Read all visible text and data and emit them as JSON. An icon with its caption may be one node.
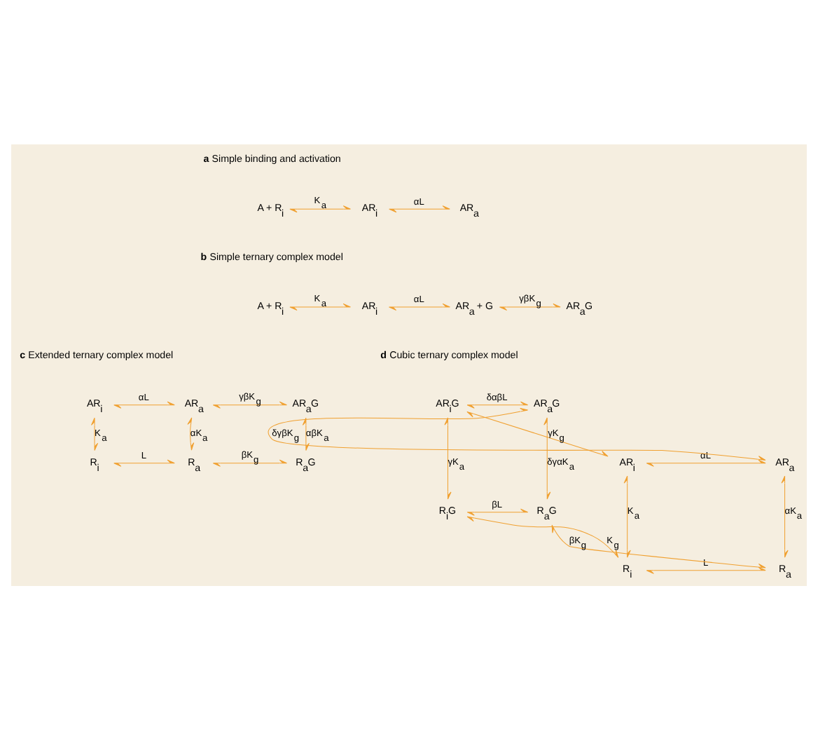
{
  "diagram": {
    "nodes": [
      {
        "text": [
          "A + R$_{i}$"
        ]
      },
      {
        "text": [
          "AR$_{i}$"
        ]
      },
      {
        "text": [
          "AR$_{a}$"
        ]
      },
      {
        "text": [
          "A + R$_{i}$"
        ]
      },
      {
        "text": [
          "AR$_{i}$"
        ]
      },
      {
        "text": [
          "AR$_{a}$ + G"
        ]
      },
      {
        "text": [
          "AR$_{a}$G"
        ]
      },
      {
        "text": [
          "AR$_{i}$"
        ]
      },
      {
        "text": [
          "AR$_{a}$"
        ]
      },
      {
        "text": [
          "AR$_{a}$G"
        ]
      },
      {
        "text": [
          "R$_{i}$"
        ]
      },
      {
        "text": [
          "R$_{a}$"
        ]
      },
      {
        "text": [
          "R$_{a}$G"
        ]
      },
      {
        "text": [
          "AR$_{i}$G"
        ]
      },
      {
        "text": [
          "AR$_{a}$G"
        ]
      },
      {
        "text": [
          "AR$_{i}$"
        ]
      },
      {
        "text": [
          "AR$_{a}$"
        ]
      },
      {
        "text": [
          "R$_{i}$G"
        ]
      },
      {
        "text": [
          "R$_{a}$G"
        ]
      },
      {
        "text": [
          "R$_{i}$"
        ]
      },
      {
        "text": [
          "R$_{a}$"
        ]
      }
    ],
    "edges": [
      {
        "from": 0,
        "to": 1,
        "arrow": "both",
        "label": "K$_{a}$"
      },
      {
        "from": 1,
        "to": 2,
        "arrow": "both",
        "label": "αL"
      },
      {
        "from": 3,
        "to": 4,
        "arrow": "both",
        "label": "K$_{a}$"
      },
      {
        "from": 4,
        "to": 5,
        "arrow": "both",
        "label": "αL"
      },
      {
        "from": 5,
        "to": 6,
        "arrow": "both",
        "label": "γβK$_{g}$"
      },
      {
        "from": 7,
        "to": 8,
        "arrow": "both",
        "label": "αL"
      },
      {
        "from": 8,
        "to": 9,
        "arrow": "both",
        "label": "γβK$_{g}$"
      },
      {
        "from": 7,
        "to": 10,
        "arrow": "both",
        "label": "K$_{a}$"
      },
      {
        "from": 8,
        "to": 11,
        "arrow": "both",
        "label": "αK$_{a}$"
      },
      {
        "from": 9,
        "to": 12,
        "arrow": "both",
        "label": "αβK$_{a}$"
      },
      {
        "from": 10,
        "to": 11,
        "arrow": "both",
        "label": "L"
      },
      {
        "from": 11,
        "to": 12,
        "arrow": "both",
        "label": "βK$_{g}$"
      },
      {
        "from": 13,
        "to": 14,
        "arrow": "both",
        "label": "δαβL"
      },
      {
        "from": 15,
        "to": 13,
        "arrow": "both",
        "label": "γK$_{g}$"
      },
      {
        "from": 13,
        "to": 17,
        "arrow": "both",
        "label": "γK$_{a}$"
      },
      {
        "from": 16,
        "to": 14,
        "arrow": "both",
        "label": "δγβK$_{g}$"
      },
      {
        "from": 14,
        "to": 18,
        "arrow": "both",
        "label": "δγαK$_{a}$"
      },
      {
        "from": 15,
        "to": 16,
        "arrow": "both",
        "label": "αL"
      },
      {
        "from": 17,
        "to": 18,
        "arrow": "both",
        "label": "βL"
      },
      {
        "from": 15,
        "to": 19,
        "arrow": "both",
        "label": "K$_{a}$"
      },
      {
        "from": 19,
        "to": 17,
        "arrow": "both",
        "label": "K$_{g}$"
      },
      {
        "from": 16,
        "to": 20,
        "arrow": "both",
        "label": "αK$_{a}$"
      },
      {
        "from": 20,
        "to": 18,
        "arrow": "both",
        "label": "βK$_{g}$"
      },
      {
        "from": 19,
        "to": 20,
        "arrow": "both",
        "label": "L"
      }
    ],
    "labels": [
      "**a** Simple binding and activation",
      "**b** Simple ternary complex model",
      "**c** Extended ternary complex model",
      "**d** Cubic ternary complex model"
    ]
  }
}
